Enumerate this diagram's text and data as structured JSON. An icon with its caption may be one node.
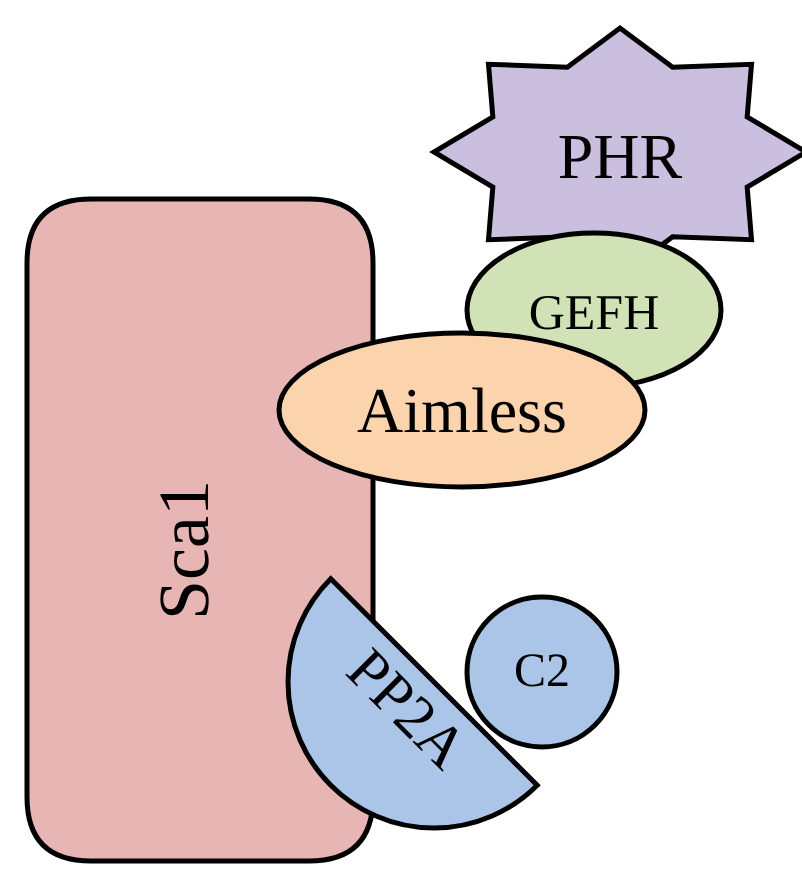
{
  "diagram": {
    "nodes": [
      {
        "text": [
          "PHR"
        ]
      },
      {
        "text": [
          "GEFH"
        ]
      },
      {
        "text": [
          "Aimless"
        ]
      },
      {
        "text": [
          "Sca1"
        ]
      },
      {
        "text": [
          "PP2A"
        ]
      },
      {
        "text": [
          "C2"
        ]
      }
    ]
  }
}
